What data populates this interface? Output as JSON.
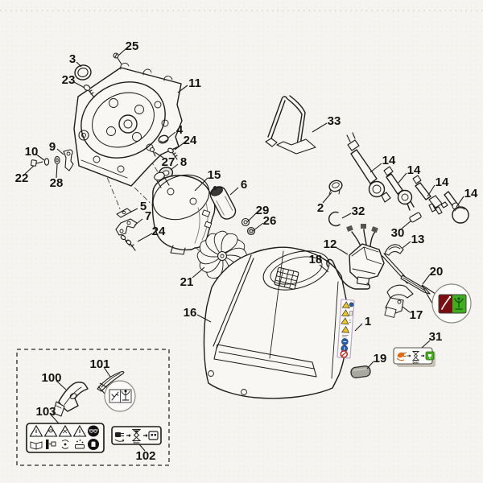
{
  "figure": {
    "type": "exploded-parts-diagram",
    "background_color": "#f5f4f0",
    "line_color": "#1d1d1b"
  },
  "part_labels": {
    "p1": "1",
    "p2": "2",
    "p3": "3",
    "p4": "4",
    "p5": "5",
    "p6": "6",
    "p7": "7",
    "p8": "8",
    "p9": "9",
    "p10": "10",
    "p11": "11",
    "p12": "12",
    "p13": "13",
    "p14a": "14",
    "p14b": "14",
    "p14c": "14",
    "p14d": "14",
    "p15": "15",
    "p16": "16",
    "p17": "17",
    "p18": "18",
    "p19": "19",
    "p20": "20",
    "p21": "21",
    "p22": "22",
    "p23": "23",
    "p24a": "24",
    "p24b": "24",
    "p25": "25",
    "p26": "26",
    "p27": "27",
    "p28": "28",
    "p29": "29",
    "p30": "30",
    "p31": "31",
    "p32": "32",
    "p33": "33",
    "p100": "100",
    "p101": "101",
    "p102": "102",
    "p103": "103"
  },
  "stickers": {
    "strip_1": {
      "icons": [
        "warning-triangle",
        "mandatory-blue-circle",
        "warning-triangle",
        "warning-triangle",
        "warning-triangle",
        "mandatory-blue-circle",
        "mandatory-blue-circle",
        "prohibition-circle"
      ],
      "warning_yellow": "#f2c31a",
      "mandatory_blue": "#1f5fae",
      "prohibition_red": "#c4241c",
      "border": "#b9a6c6"
    },
    "blade_direction_label": {
      "left_color": "#7a0f13",
      "right_color": "#3fae1f",
      "left_icon": "hard-material-blade",
      "right_icon": "soft-material-plant"
    },
    "sticker_31": {
      "sequence": [
        "unplug-icon",
        "arrow-right",
        "hourglass-icon",
        "arrow-right",
        "connect-icon"
      ],
      "wait_text": "5min",
      "accent_orange": "#e26912",
      "accent_green": "#43b01f"
    },
    "sticker_102": {
      "sequence": [
        "unplug-icon",
        "arrow-right",
        "hourglass-icon",
        "arrow-right",
        "outlet-icon"
      ],
      "wait_text": "5min"
    },
    "sticker_103": {
      "row1_icons": [
        "warning-general",
        "warning-rotating-tool",
        "warning-thrown-objects",
        "warning-general",
        "eye-protection-badge"
      ],
      "row2_icons": [
        "read-manual",
        "unplug-before-service",
        "rotating-blades",
        "keep-bystanders-away",
        "wear-gloves-badge"
      ]
    },
    "material_label_101": {
      "cells": [
        "twig-branch-icon",
        "soft-plant-icon"
      ]
    }
  }
}
